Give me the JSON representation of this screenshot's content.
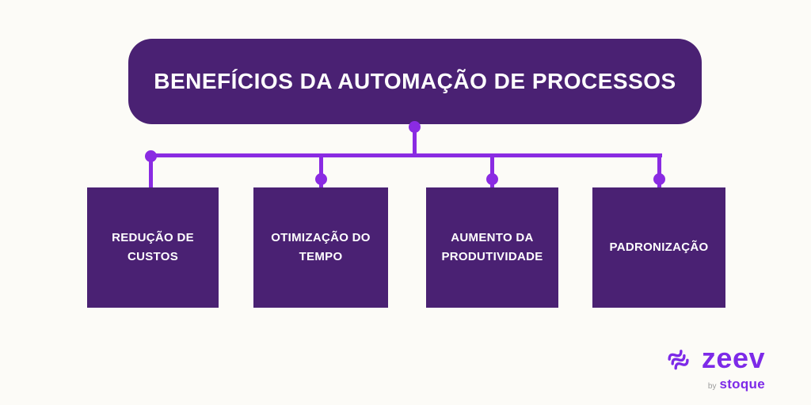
{
  "diagram": {
    "title": "BENEFÍCIOS DA AUTOMAÇÃO DE PROCESSOS",
    "nodes": [
      {
        "label": "REDUÇÃO DE CUSTOS"
      },
      {
        "label": "OTIMIZAÇÃO DO TEMPO"
      },
      {
        "label": "AUMENTO DA PRODUTIVIDADE"
      },
      {
        "label": "PADRONIZAÇÃO"
      }
    ]
  },
  "logo": {
    "icon": "zeev-squiggle-icon",
    "wordmark": "zeev",
    "by_label": "by",
    "company": "stoque"
  },
  "colors": {
    "background": "#fcfbf7",
    "node_fill": "#4a2173",
    "connector": "#8a2be2",
    "text_on_node": "#ffffff",
    "logo_purple": "#7d2ae8"
  }
}
